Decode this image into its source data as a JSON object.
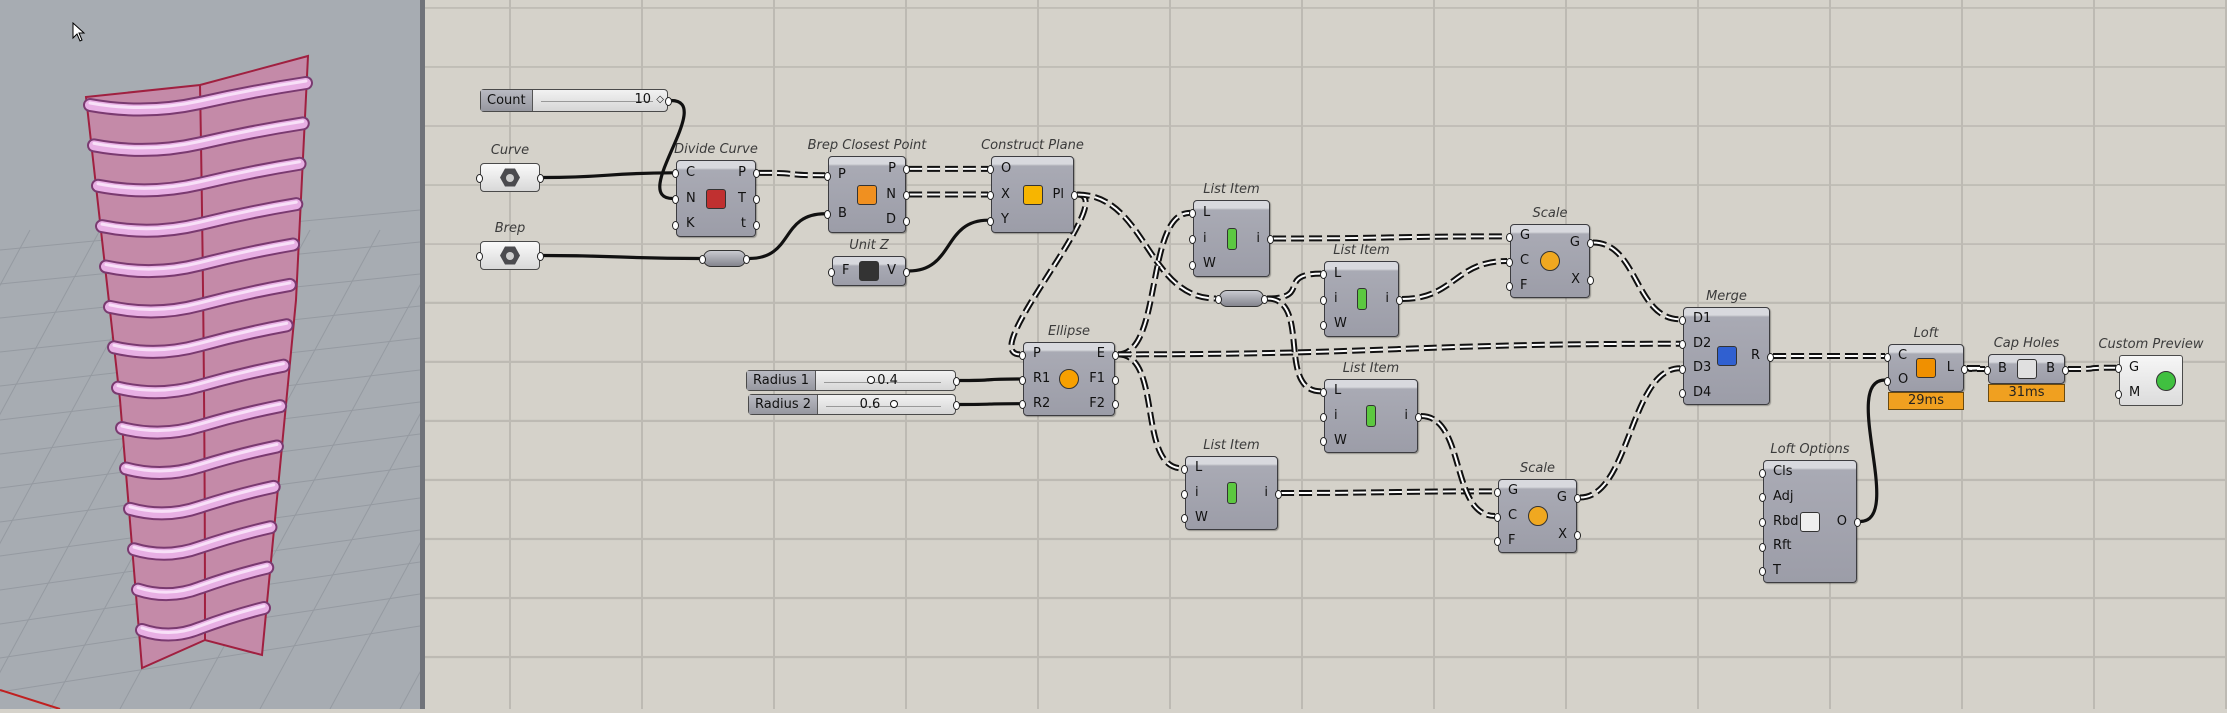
{
  "sliders": [
    {
      "id": "count",
      "label": "Count",
      "value": "10",
      "fraction": 1.0
    },
    {
      "id": "radius1",
      "label": "Radius 1",
      "value": "0.4",
      "fraction": 0.4
    },
    {
      "id": "radius2",
      "label": "Radius 2",
      "value": "0.6",
      "fraction": 0.6
    }
  ],
  "params": [
    {
      "id": "curve",
      "label": "Curve",
      "icon": "curve-param"
    },
    {
      "id": "brep",
      "label": "Brep",
      "icon": "brep-param"
    }
  ],
  "components": [
    {
      "id": "divide",
      "label": "Divide Curve",
      "inputs": [
        "C",
        "N",
        "K"
      ],
      "outputs": [
        "P",
        "T",
        "t"
      ],
      "icon": "divide-curve",
      "color": "#c03030"
    },
    {
      "id": "bcp",
      "label": "Brep Closest Point",
      "inputs": [
        "P",
        "B"
      ],
      "outputs": [
        "P",
        "N",
        "D"
      ],
      "icon": "brep-closest-point",
      "color": "#f09020"
    },
    {
      "id": "unitz",
      "label": "Unit Z",
      "inputs": [
        "F"
      ],
      "outputs": [
        "V"
      ],
      "icon": "unit-z",
      "color": "#333333"
    },
    {
      "id": "cplane",
      "label": "Construct Plane",
      "inputs": [
        "O",
        "X",
        "Y"
      ],
      "outputs": [
        "Pl"
      ],
      "icon": "construct-plane",
      "color": "#f7b500"
    },
    {
      "id": "ellipse",
      "label": "Ellipse",
      "inputs": [
        "P",
        "R1",
        "R2"
      ],
      "outputs": [
        "E",
        "F1",
        "F2"
      ],
      "icon": "ellipse",
      "color": "#f7a000"
    },
    {
      "id": "list1",
      "label": "List Item",
      "inputs": [
        "L",
        "i",
        "W"
      ],
      "outputs": [
        "i"
      ],
      "icon": "list-item",
      "color": "#5cc840"
    },
    {
      "id": "list2",
      "label": "List Item",
      "inputs": [
        "L",
        "i",
        "W"
      ],
      "outputs": [
        "i"
      ],
      "icon": "list-item",
      "color": "#5cc840"
    },
    {
      "id": "list3",
      "label": "List Item",
      "inputs": [
        "L",
        "i",
        "W"
      ],
      "outputs": [
        "i"
      ],
      "icon": "list-item",
      "color": "#5cc840"
    },
    {
      "id": "list4",
      "label": "List Item",
      "inputs": [
        "L",
        "i",
        "W"
      ],
      "outputs": [
        "i"
      ],
      "icon": "list-item",
      "color": "#5cc840"
    },
    {
      "id": "scale1",
      "label": "Scale",
      "inputs": [
        "G",
        "C",
        "F"
      ],
      "outputs": [
        "G",
        "X"
      ],
      "icon": "scale",
      "color": "#f0a820"
    },
    {
      "id": "scale2",
      "label": "Scale",
      "inputs": [
        "G",
        "C",
        "F"
      ],
      "outputs": [
        "G",
        "X"
      ],
      "icon": "scale",
      "color": "#f0a820"
    },
    {
      "id": "merge",
      "label": "Merge",
      "inputs": [
        "D1",
        "D2",
        "D3",
        "D4"
      ],
      "outputs": [
        "R"
      ],
      "icon": "merge",
      "color": "#3060d0"
    },
    {
      "id": "loft",
      "label": "Loft",
      "inputs": [
        "C",
        "O"
      ],
      "outputs": [
        "L"
      ],
      "icon": "loft",
      "color": "#f09000",
      "timer": "29ms"
    },
    {
      "id": "cap",
      "label": "Cap Holes",
      "inputs": [
        "B"
      ],
      "outputs": [
        "B"
      ],
      "icon": "cap-holes",
      "color": "#e0e0e0",
      "timer": "31ms"
    },
    {
      "id": "loftopt",
      "label": "Loft Options",
      "inputs": [
        "Cls",
        "Adj",
        "Rbd",
        "Rft",
        "T"
      ],
      "outputs": [
        "O"
      ],
      "icon": "loft-options",
      "color": "#eeeeee"
    }
  ],
  "preview": {
    "id": "preview",
    "label": "Custom Preview",
    "inputs": [
      "G",
      "M"
    ],
    "icon": "custom-preview",
    "color": "#40c040"
  },
  "colors": {
    "canvas": "#d5d2ca",
    "viewport": "#a7acb2",
    "timer": "#f0a020",
    "surface": "#c48aa8",
    "band": "#e8b0e4"
  }
}
